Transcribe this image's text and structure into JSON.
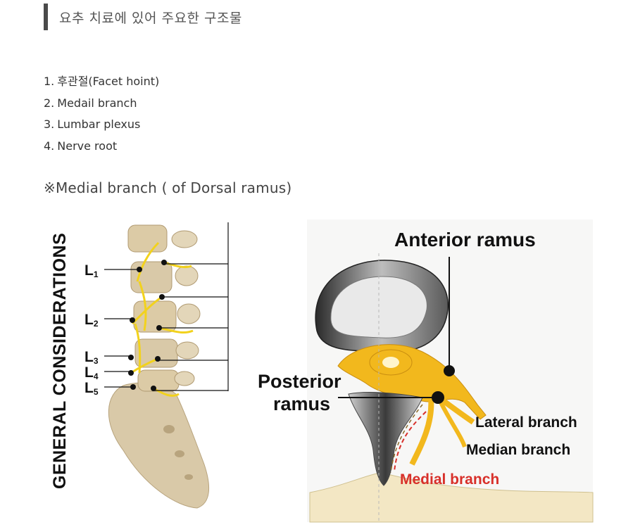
{
  "section": {
    "title": "요추 치료에 있어 주요한 구조물"
  },
  "structures": [
    {
      "num": "1.",
      "label": "후관절(Facet hoint)"
    },
    {
      "num": "2.",
      "label": "Medail branch"
    },
    {
      "num": "3.",
      "label": "Lumbar plexus"
    },
    {
      "num": "4.",
      "label": "Nerve root"
    }
  ],
  "note": "※Medial branch ( of Dorsal ramus)",
  "figure_left": {
    "side_title": "GENERAL CONSIDERATIONS",
    "levels": [
      {
        "letter": "L",
        "sub": "1"
      },
      {
        "letter": "L",
        "sub": "2"
      },
      {
        "letter": "L",
        "sub": "3"
      },
      {
        "letter": "L",
        "sub": "4"
      },
      {
        "letter": "L",
        "sub": "5"
      }
    ]
  },
  "figure_right": {
    "anterior": "Anterior ramus",
    "posterior_1": "Posterior",
    "posterior_2": "ramus",
    "lateral": "Lateral branch",
    "median": "Median branch",
    "medial": "Medial branch"
  },
  "colors": {
    "heading_bar": "#4a4a4a",
    "nerve_yellow": "#f2b81d",
    "bone": "#d9c9a8",
    "medial_red": "#d8302a"
  }
}
